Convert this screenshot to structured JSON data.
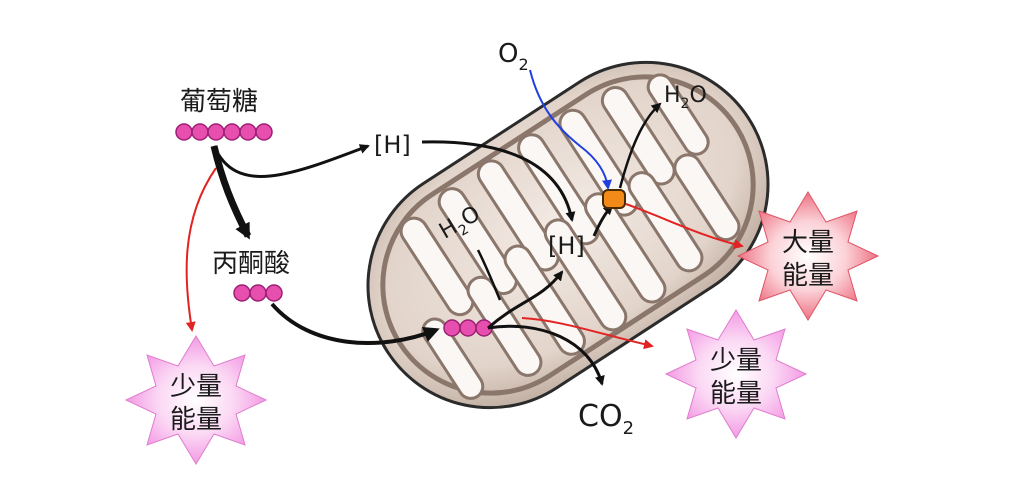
{
  "labels": {
    "glucose": "葡萄糖",
    "pyruvate": "丙酮酸",
    "h_top": "[H]",
    "h_mid": "[H]",
    "o2_main": "O",
    "o2_sub": "2",
    "h2o_top_main": "H",
    "h2o_top_sub": "2",
    "h2o_top_tail": "O",
    "h2o_in_main": "H",
    "h2o_in_sub": "2",
    "h2o_in_tail": "O",
    "co2_main": "CO",
    "co2_sub": "2"
  },
  "energy": {
    "left_line1": "少量",
    "left_line2": "能量",
    "right_top_line1": "大量",
    "right_top_line2": "能量",
    "right_bottom_line1": "少量",
    "right_bottom_line2": "能量"
  },
  "colors": {
    "mito_outer": "#7a6a62",
    "mito_fill": "#e7dbd2",
    "cristae": "#ffffff",
    "glucose_bead": "#e64fae",
    "pink_star": "#f4a6e6",
    "red_star": "#ee6d7d",
    "red_arrow": "#e12323",
    "blue_arrow": "#1f3fe0",
    "black_arrow": "#111111",
    "orange_enzyme": "#f28a19"
  }
}
